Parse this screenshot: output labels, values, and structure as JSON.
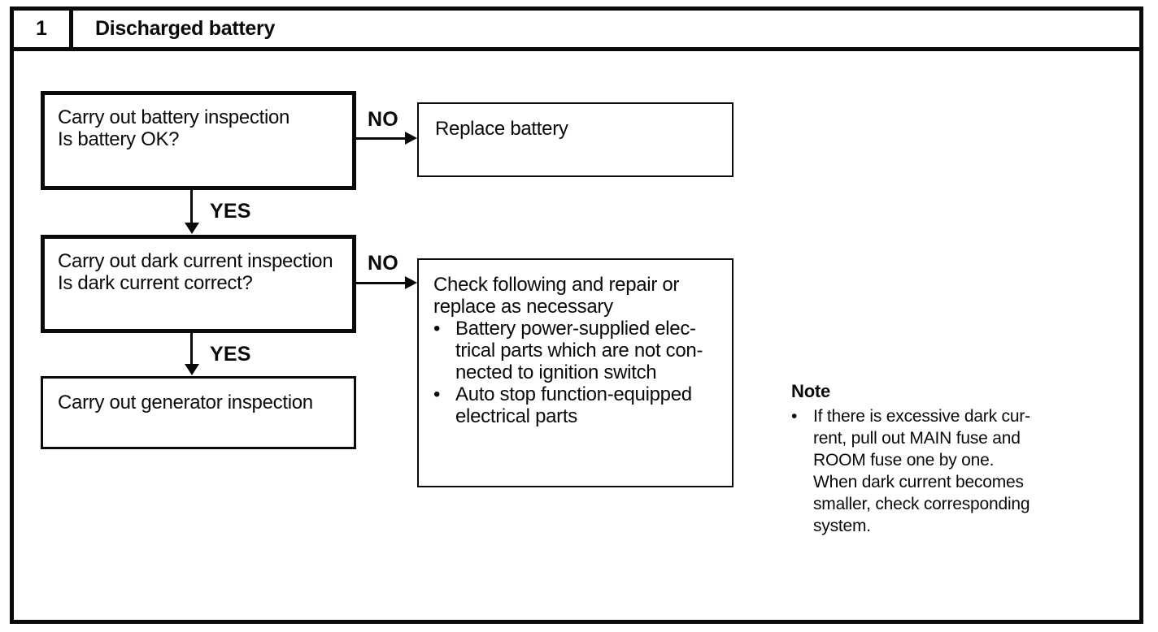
{
  "header": {
    "number": "1",
    "title": "Discharged battery"
  },
  "labels": {
    "no": "NO",
    "yes": "YES",
    "bullet": "•"
  },
  "flowchart": {
    "step1": {
      "lines": [
        "Carry out battery inspection",
        "Is battery OK?"
      ]
    },
    "replace_battery": {
      "lines": [
        "Replace battery"
      ]
    },
    "step2": {
      "lines": [
        "Carry out dark current inspection",
        "Is dark current correct?"
      ]
    },
    "check_repair": {
      "intro": [
        "Check following and repair or",
        "replace as necessary"
      ],
      "bullets": [
        {
          "lines": [
            "Battery power-supplied elec-",
            "trical parts which are not con-",
            "nected to ignition switch"
          ]
        },
        {
          "lines": [
            "Auto stop function-equipped",
            "electrical parts"
          ]
        }
      ]
    },
    "step3": {
      "lines": [
        "Carry out generator inspection"
      ]
    }
  },
  "note": {
    "title": "Note",
    "lines": [
      "If there is excessive dark cur-",
      "rent, pull out MAIN fuse and",
      "ROOM fuse one by one.",
      "When dark current becomes",
      "smaller, check corresponding",
      "system."
    ]
  }
}
